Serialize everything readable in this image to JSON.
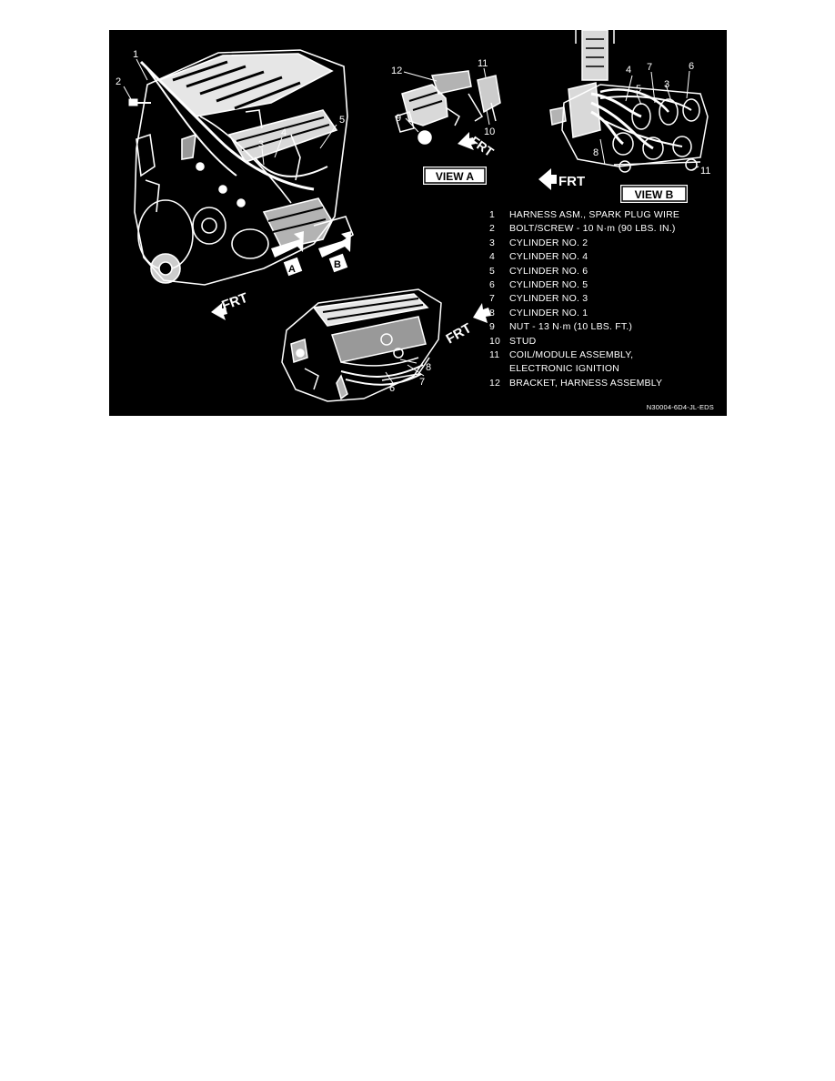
{
  "diagram": {
    "callouts": [
      "1",
      "2",
      "3",
      "4",
      "5",
      "6",
      "7",
      "8",
      "9",
      "10",
      "11",
      "12"
    ],
    "view_a_label": "VIEW A",
    "view_b_label": "VIEW B",
    "front_label": "FRT",
    "arrow_a_label": "A",
    "arrow_b_label": "B",
    "part_code": "N30004-6D4-JL-EDS"
  },
  "legend": [
    {
      "num": "1",
      "text": "HARNESS ASM., SPARK PLUG WIRE"
    },
    {
      "num": "2",
      "text": "BOLT/SCREW - 10 N·m (90 LBS. IN.)"
    },
    {
      "num": "3",
      "text": "CYLINDER NO. 2"
    },
    {
      "num": "4",
      "text": "CYLINDER NO. 4"
    },
    {
      "num": "5",
      "text": "CYLINDER NO. 6"
    },
    {
      "num": "6",
      "text": "CYLINDER NO. 5"
    },
    {
      "num": "7",
      "text": "CYLINDER NO. 3"
    },
    {
      "num": "8",
      "text": "CYLINDER NO. 1"
    },
    {
      "num": "9",
      "text": "NUT - 13 N·m  (10 LBS. FT.)"
    },
    {
      "num": "10",
      "text": "STUD"
    },
    {
      "num": "11",
      "text": "COIL/MODULE ASSEMBLY,",
      "text2": "ELECTRONIC IGNITION"
    },
    {
      "num": "12",
      "text": "BRACKET, HARNESS ASSEMBLY"
    }
  ]
}
